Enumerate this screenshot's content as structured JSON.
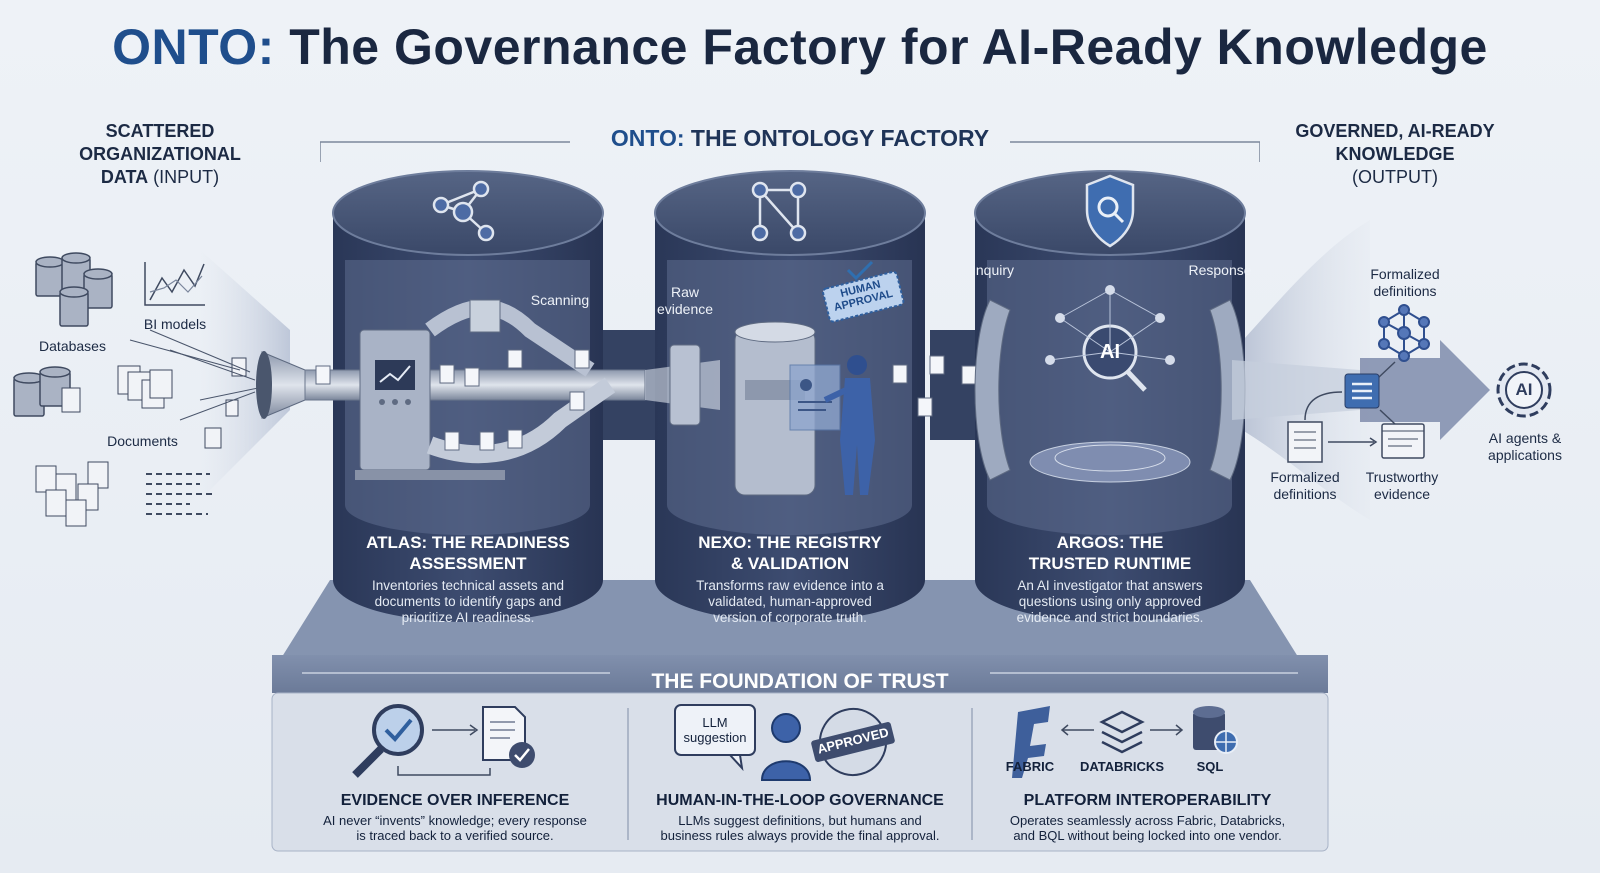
{
  "title": {
    "accent": "ONTO:",
    "rest": " The Governance Factory for AI-Ready Knowledge"
  },
  "factory": {
    "accent": "ONTO:",
    "rest": " THE ONTOLOGY FACTORY"
  },
  "input": {
    "title_line1": "SCATTERED",
    "title_line2": "ORGANIZATIONAL",
    "title_line3": "DATA",
    "title_sub": " (INPUT)",
    "labels": {
      "databases": "Databases",
      "bi_models": "BI models",
      "documents": "Documents"
    }
  },
  "output": {
    "title_line1": "GOVERNED, AI-READY",
    "title_line2": "KNOWLEDGE",
    "title_sub": "(OUTPUT)",
    "labels": {
      "formalized_top_1": "Formalized",
      "formalized_top_2": "definitions",
      "formalized_bottom_1": "Formalized",
      "formalized_bottom_2": "definitions",
      "trustworthy_1": "Trustworthy",
      "trustworthy_2": "evidence",
      "agents_1": "AI agents &",
      "agents_2": "applications",
      "ai_badge": "AI"
    }
  },
  "cylinders": [
    {
      "title_1": "ATLAS: THE READINESS",
      "title_2": "ASSESSMENT",
      "desc_1": "Inventories technical assets and",
      "desc_2": "documents to identify gaps and",
      "desc_3": "prioritize AI readiness.",
      "inner_label": "Scanning"
    },
    {
      "title_1": "NEXO: THE REGISTRY",
      "title_2": "& VALIDATION",
      "desc_1": "Transforms raw evidence into a",
      "desc_2": "validated, human-approved",
      "desc_3": "version of corporate truth.",
      "inner_label_1": "Raw",
      "inner_label_2": "evidence",
      "stamp_1": "HUMAN",
      "stamp_2": "APPROVAL"
    },
    {
      "title_1": "ARGOS: THE",
      "title_2": "TRUSTED RUNTIME",
      "desc_1": "An AI investigator that answers",
      "desc_2": "questions using only approved",
      "desc_3": "evidence and strict boundaries.",
      "inner_left": "Inquiry",
      "inner_right": "Response",
      "ai_core": "AI"
    }
  ],
  "foundation": {
    "title": "THE FOUNDATION OF TRUST",
    "pillars": [
      {
        "title": "EVIDENCE OVER INFERENCE",
        "desc_1": "AI never “invents” knowledge; every response",
        "desc_2": "is traced back to a verified source."
      },
      {
        "title": "HUMAN-IN-THE-LOOP GOVERNANCE",
        "desc_1": "LLMs suggest definitions, but humans and",
        "desc_2": "business rules always provide the final approval.",
        "bubble_1": "LLM",
        "bubble_2": "suggestion",
        "stamp": "APPROVED"
      },
      {
        "title": "PLATFORM INTEROPERABILITY",
        "desc_1": "Operates seamlessly across Fabric, Databricks,",
        "desc_2": "and BQL without being locked into one vendor.",
        "icon_fabric": "FABRIC",
        "icon_databricks": "DATABRICKS",
        "icon_sql": "SQL"
      }
    ]
  },
  "colors": {
    "navy": "#2f3d5e",
    "accent_blue": "#1f4e8c",
    "foundation": "#6b7a98",
    "foundation_light": "#d9dfe9"
  }
}
